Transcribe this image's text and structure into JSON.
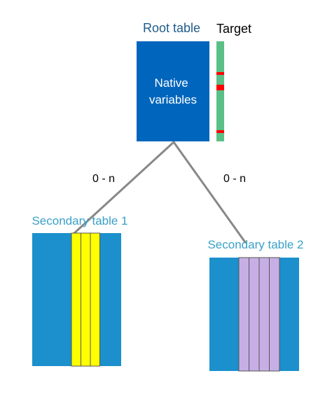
{
  "root": {
    "title": "Root table",
    "content": "Native variables",
    "content_lines": [
      "Native",
      "variables"
    ]
  },
  "target": {
    "title": "Target"
  },
  "relations": [
    {
      "cardinality": "0 - n"
    },
    {
      "cardinality": "0 - n"
    }
  ],
  "secondary_tables": [
    {
      "title": "Secondary table 1",
      "column_count": 3
    },
    {
      "title": "Secondary table 2",
      "column_count": 4
    }
  ],
  "colors": {
    "root_fill": "#0066bd",
    "root_title": "#1f5c8a",
    "native_text": "#ffffff",
    "target_fill": "#5ac088",
    "target_mark": "#ff0000",
    "target_title": "#000000",
    "link_line": "#888888",
    "cardinality_text": "#000000",
    "secondary_title": "#3aa0c8",
    "secondary_fill": "#1b90cc",
    "secondary1_columns": "#ffff00",
    "secondary2_columns": "#c7afe6",
    "column_border": "#555555"
  }
}
